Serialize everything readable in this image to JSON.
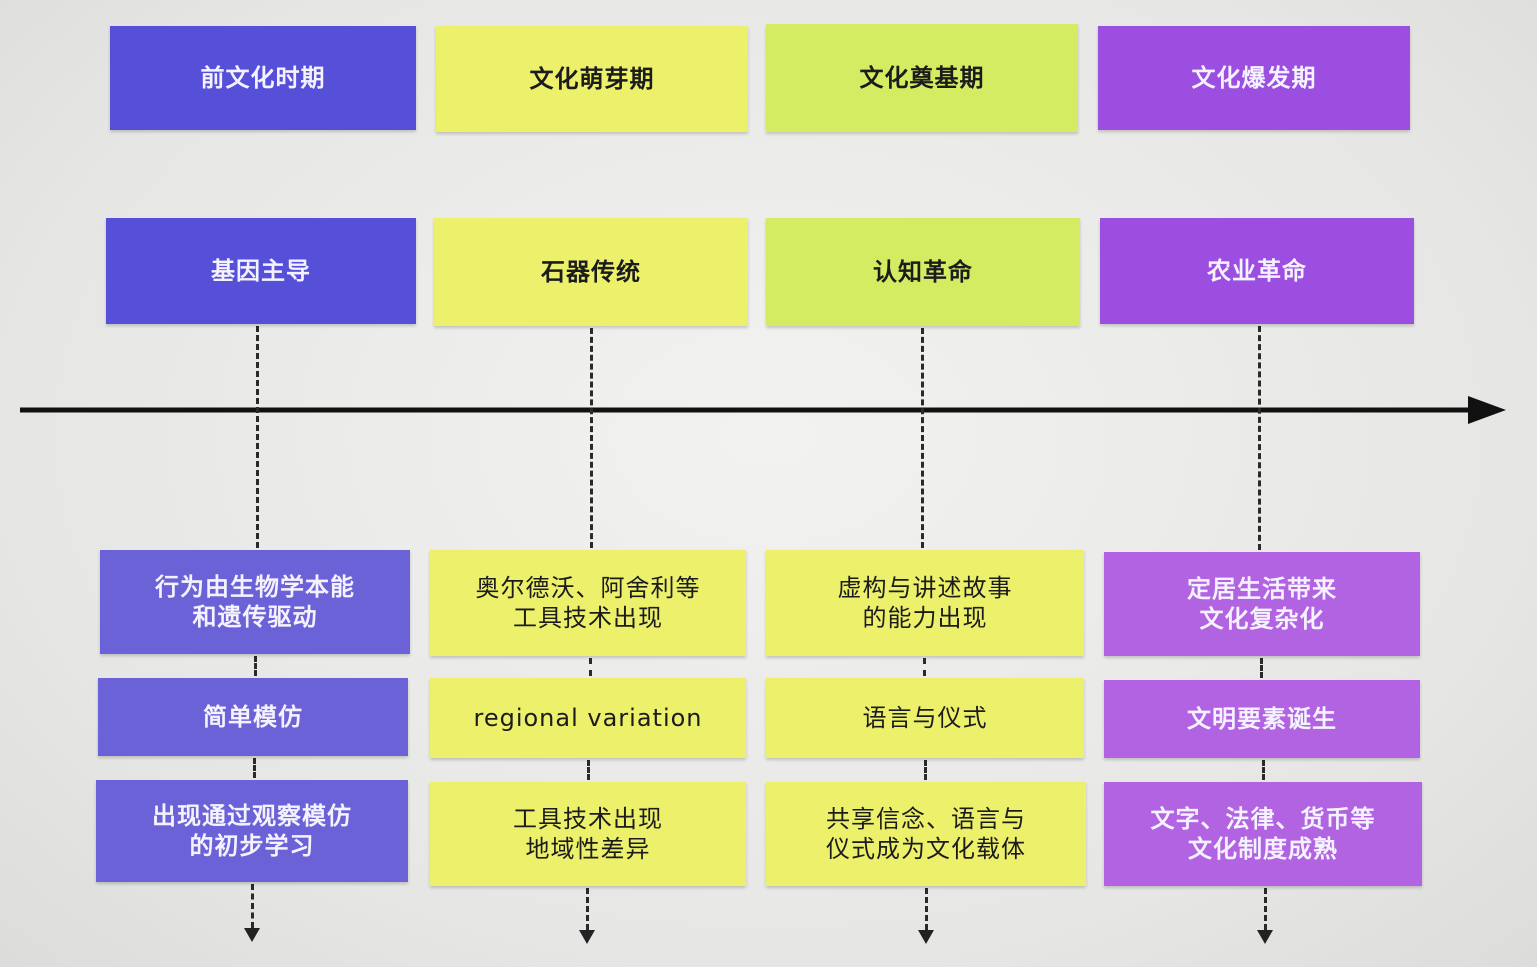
{
  "colors": {
    "blue": "#5650d8",
    "yellow": "#ecf06a",
    "green": "#d4ec62",
    "purple": "#9b4ee0",
    "purple_light": "#b163e2",
    "blue_light": "#6a62d6",
    "text_dark": "#1c1c1c",
    "text_light": "#f4f2ff"
  },
  "columns": [
    {
      "phase": "前文化时期",
      "trigger": "基因主导",
      "details": [
        "行为由生物学本能\n和遗传驱动",
        "简单模仿",
        "出现通过观察模仿\n的初步学习"
      ]
    },
    {
      "phase": "文化萌芽期",
      "trigger": "石器传统",
      "details": [
        "奥尔德沃、阿舍利等\n工具技术出现",
        "regional variation",
        "工具技术出现\n地域性差异"
      ]
    },
    {
      "phase": "文化奠基期",
      "trigger": "认知革命",
      "details": [
        "虚构与讲述故事\n的能力出现",
        "语言与仪式",
        "共享信念、语言与\n仪式成为文化载体"
      ]
    },
    {
      "phase": "文化爆发期",
      "trigger": "农业革命",
      "details": [
        "定居生活带来\n文化复杂化",
        "文明要素诞生",
        "文字、法律、货币等\n文化制度成熟"
      ]
    }
  ]
}
